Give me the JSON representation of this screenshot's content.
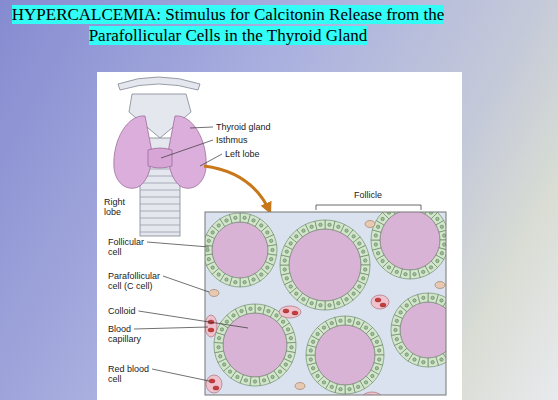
{
  "diagram": {
    "title": "HYPERCALCEMIA: Stimulus for Calcitonin Release from the Parafollicular Cells in the Thyroid Gland",
    "labels": [
      "Thyroid gland",
      "Isthmus",
      "Left lobe",
      "Right lobe",
      "Follicle",
      "Follicular cell",
      "Parafollicular cell (C cell)",
      "Colloid",
      "Blood capillary",
      "Red blood cell"
    ]
  }
}
